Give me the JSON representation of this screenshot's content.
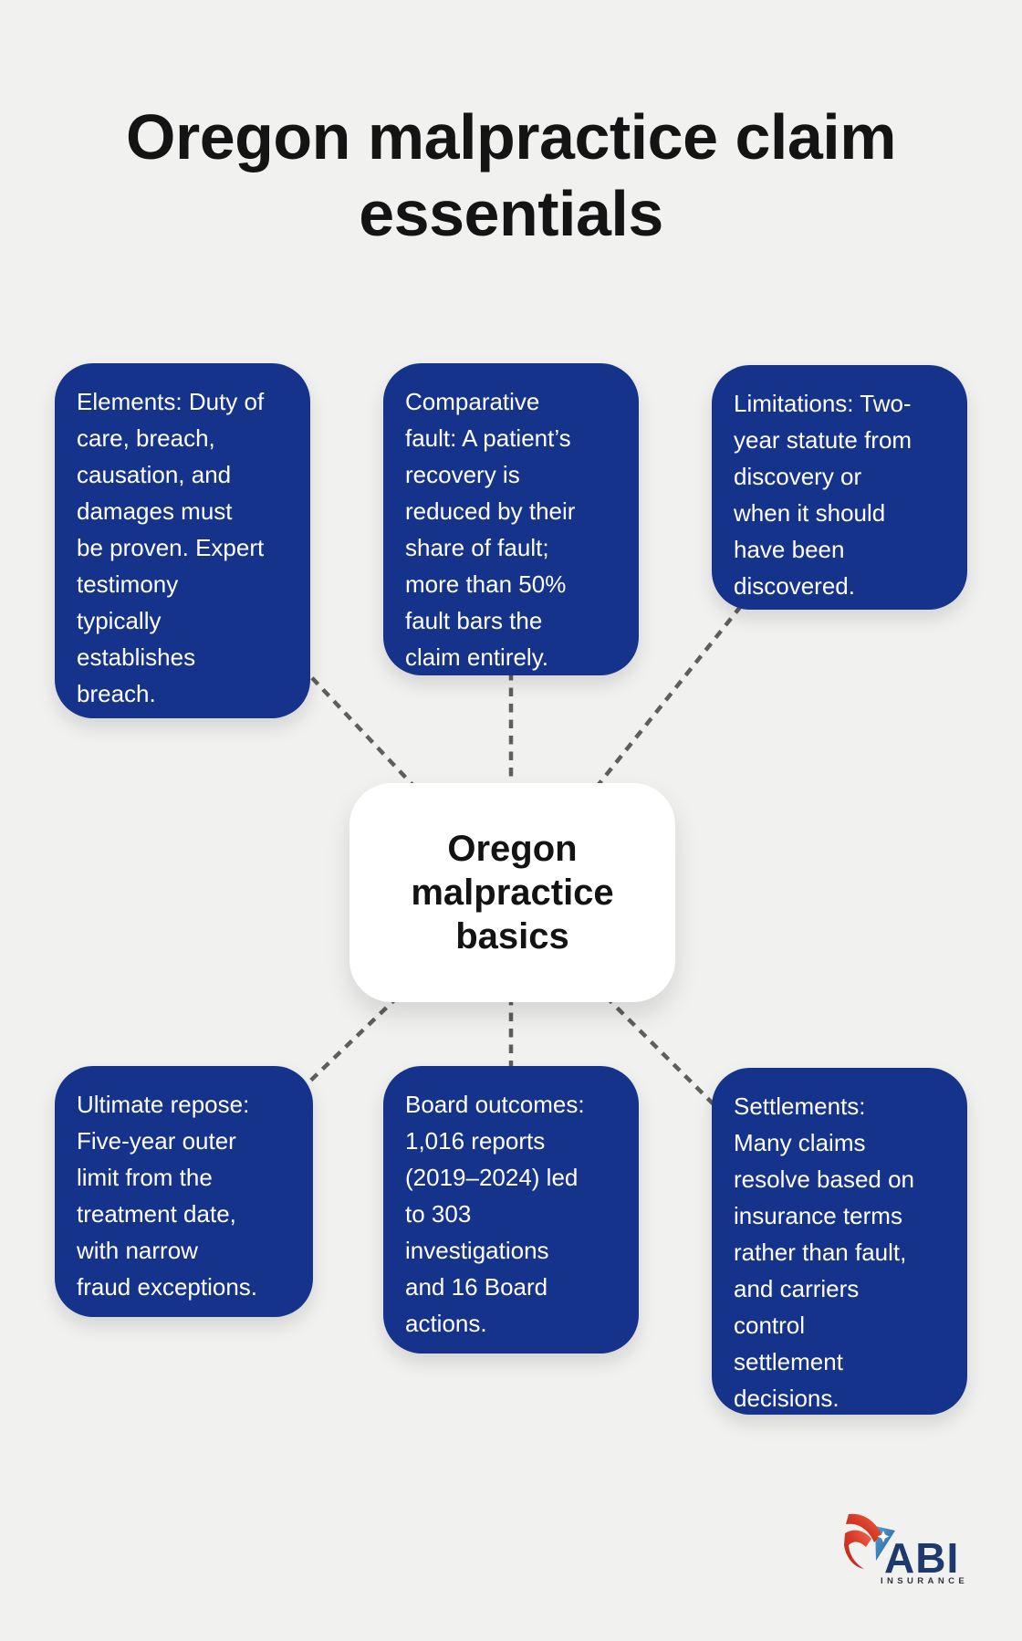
{
  "page": {
    "title": "Oregon malpractice claim\nessentials",
    "background_color": "#f1f1f0"
  },
  "diagram": {
    "node_color": "#16338c",
    "node_text_color": "#ffffff",
    "connector_color": "#5e5e5e",
    "center_node": {
      "label": "Oregon\nmalpractice\nbasics",
      "background_color": "#ffffff",
      "text_color": "#131313"
    },
    "nodes": [
      {
        "id": "elements",
        "text": "Elements: Duty of\ncare, breach,\ncausation, and\ndamages must\nbe proven. Expert\ntestimony\ntypically\nestablishes\nbreach."
      },
      {
        "id": "comparative-fault",
        "text": "Comparative\nfault: A patient’s\nrecovery is\nreduced by their\nshare of fault;\nmore than 50%\nfault bars the\nclaim entirely."
      },
      {
        "id": "limitations",
        "text": "Limitations: Two-\nyear statute from\ndiscovery or\nwhen it should\nhave been\ndiscovered."
      },
      {
        "id": "ultimate-repose",
        "text": "Ultimate repose:\nFive-year outer\nlimit from the\ntreatment date,\nwith narrow\nfraud exceptions."
      },
      {
        "id": "board-outcomes",
        "text": "Board outcomes:\n1,016 reports\n(2019–2024) led\nto 303\ninvestigations\nand 16 Board\nactions."
      },
      {
        "id": "settlements",
        "text": "Settlements:\nMany claims\nresolve based on\ninsurance terms\nrather than fault,\nand carriers\ncontrol\nsettlement\ndecisions."
      }
    ]
  },
  "logo": {
    "brand": "ABI",
    "tagline": "INSURANCE",
    "brand_color": "#1e3a6d",
    "mark_red": "#d23427",
    "mark_blue": "#2f6fae"
  }
}
